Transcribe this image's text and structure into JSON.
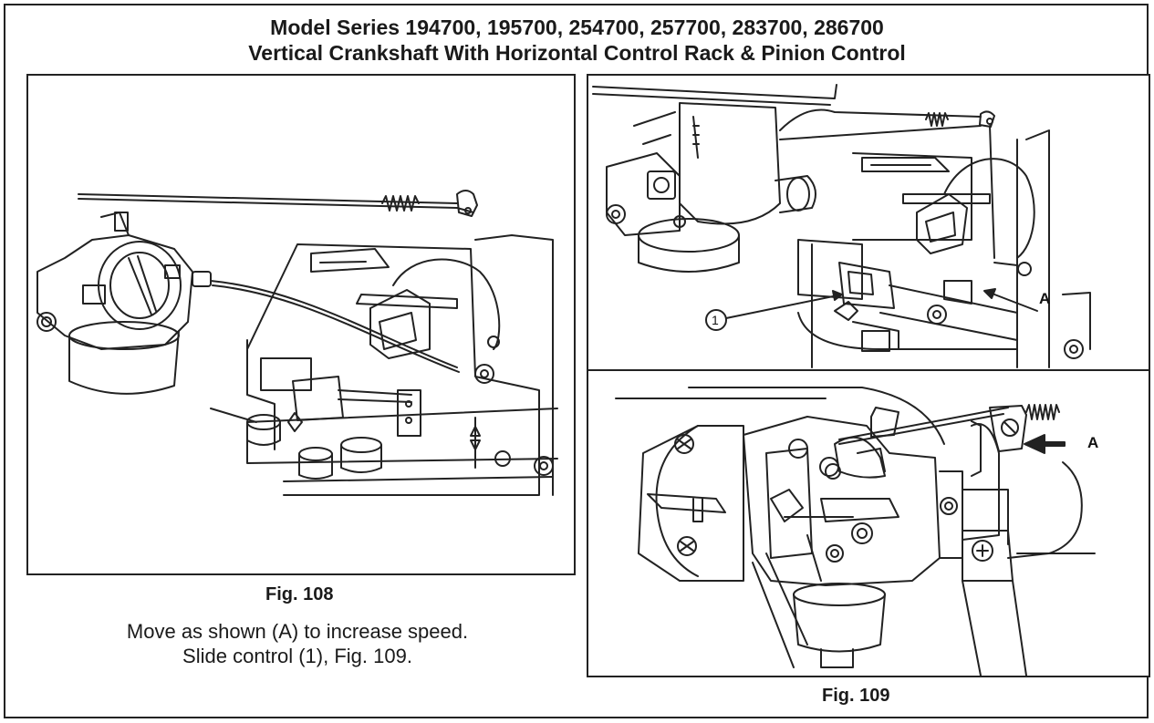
{
  "header": {
    "title_line1": "Model Series 194700, 195700, 254700, 257700, 283700, 286700",
    "title_line2": "Vertical Crankshaft With Horizontal Control Rack & Pinion Control"
  },
  "figure108": {
    "caption": "Fig. 108",
    "instruction_line1": "Move as shown (A) to increase speed.",
    "instruction_line2": "Slide control (1), Fig. 109."
  },
  "figure109": {
    "caption": "Fig. 109",
    "top_callout_number": "1",
    "top_arrow_label": "A",
    "bottom_arrow_label": "A"
  },
  "colors": {
    "line": "#222222",
    "background": "#ffffff"
  }
}
